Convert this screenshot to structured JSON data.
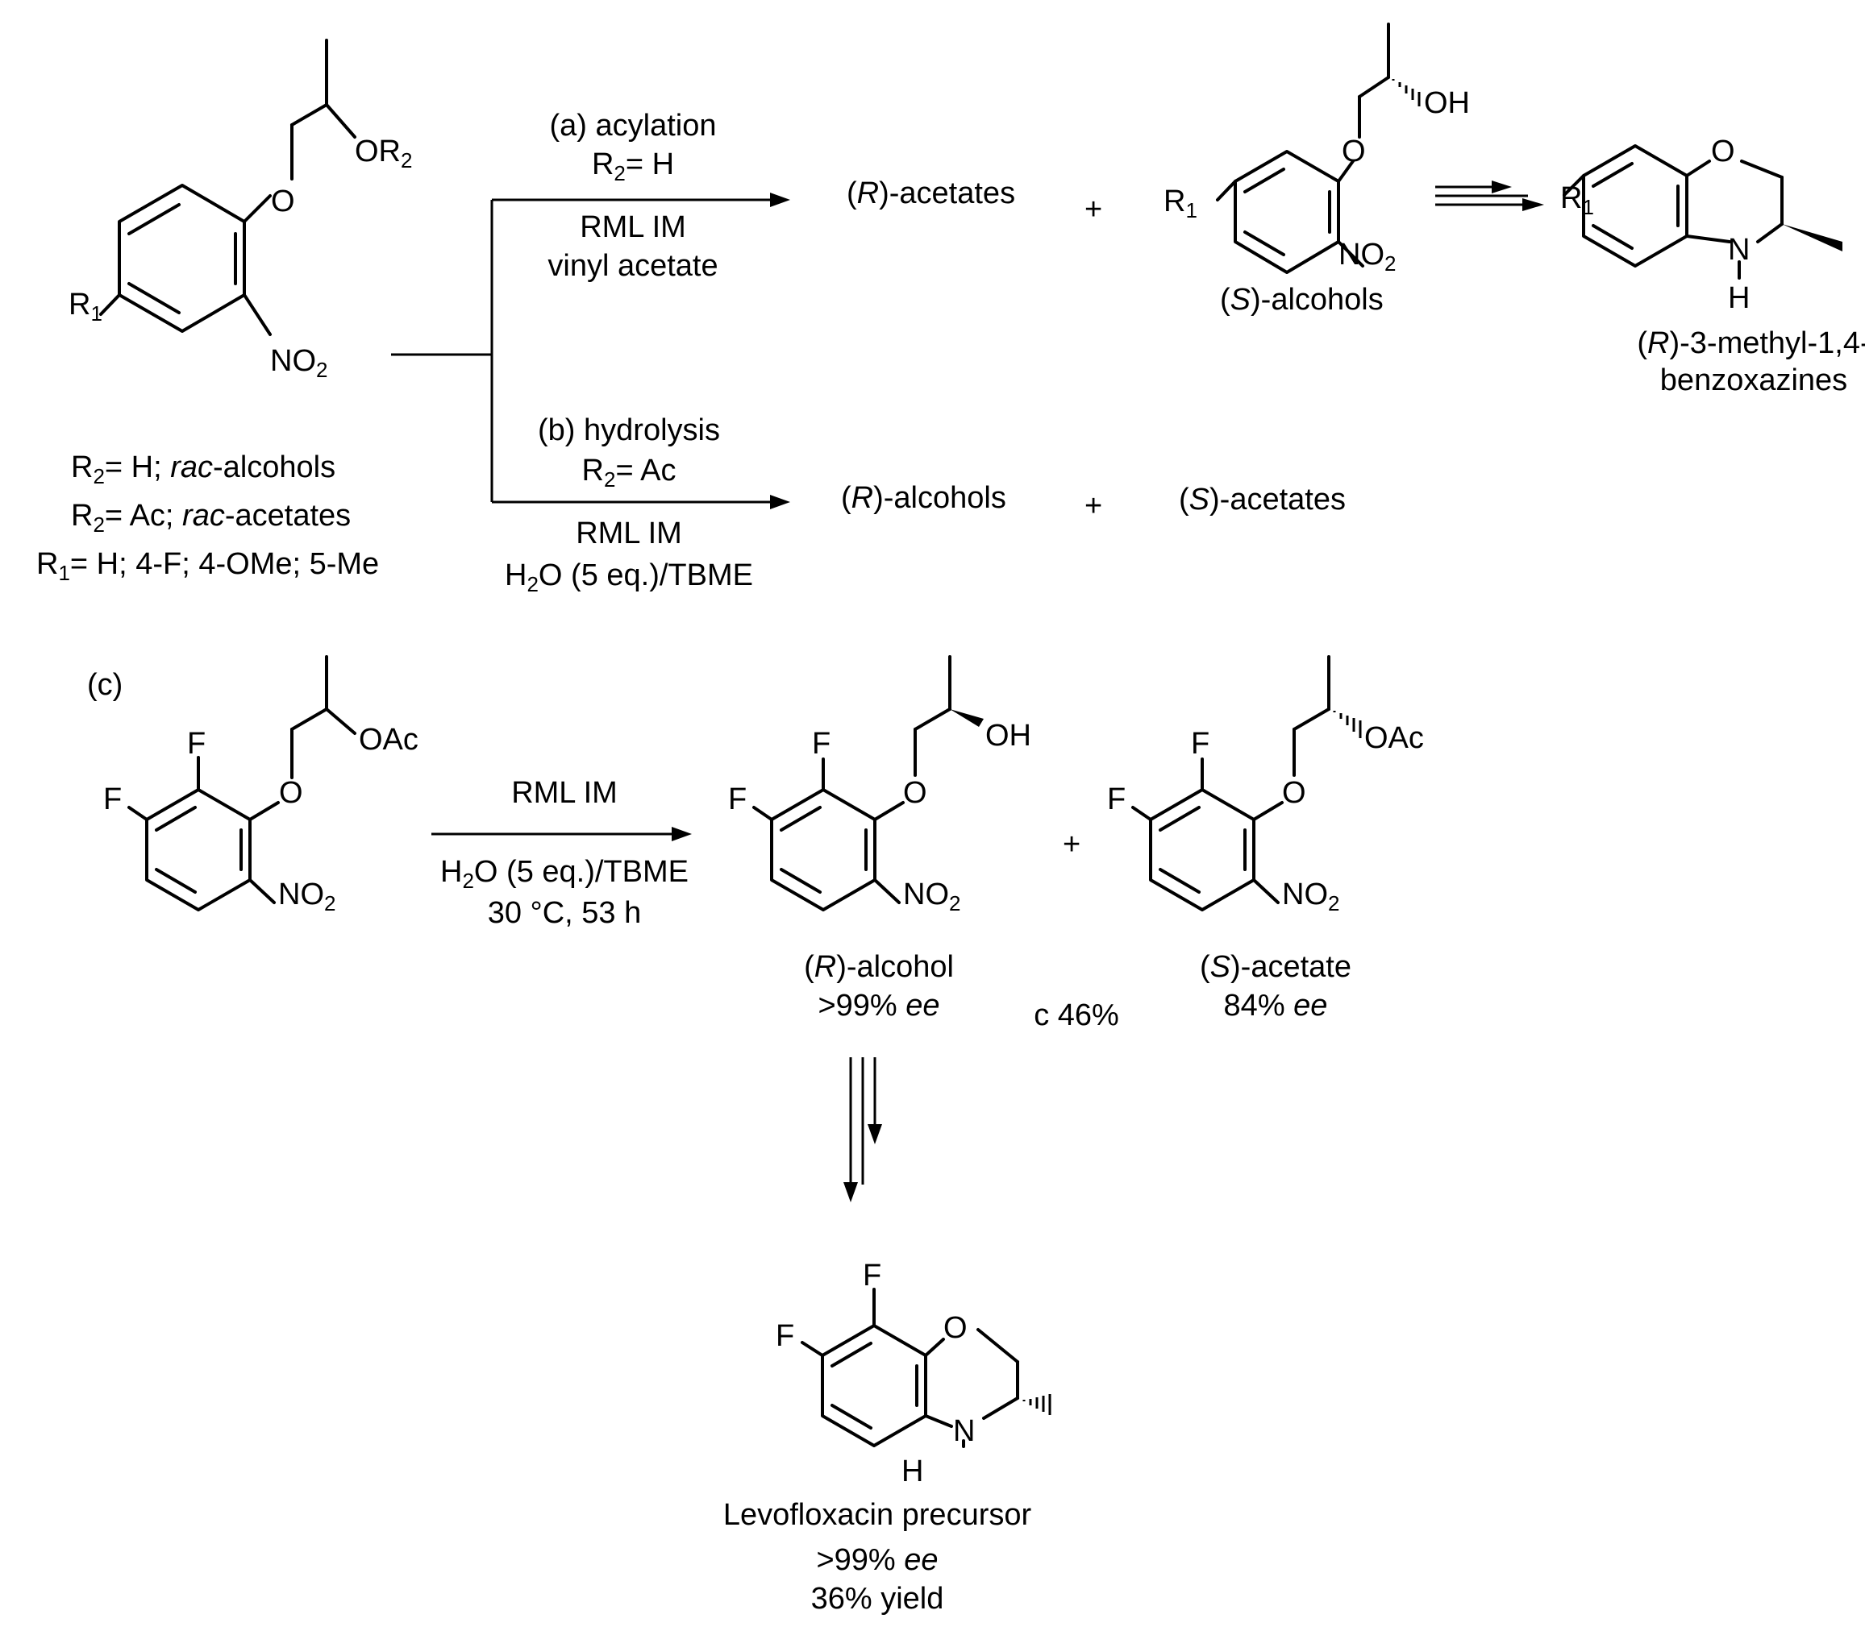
{
  "common": {
    "R1": "R",
    "R2": "R",
    "sub1": "1",
    "sub2": "2",
    "O": "O",
    "OR": "OR",
    "OH": "OH",
    "OAc": "OAc",
    "NO": "NO",
    "N": "N",
    "H": "H",
    "F": "F",
    "plus": "+"
  },
  "start_compound": {
    "line1_eq": "= H; ",
    "line1_it": "rac",
    "line1_end": "-alcohols",
    "line2_eq": "= Ac; ",
    "line2_it": "rac",
    "line2_end": "-acetates",
    "line3_eq": "= H; 4-F; 4-OMe; 5-Me"
  },
  "route_a": {
    "title": "(a) acylation",
    "cond_eq": "= H",
    "reagent1": "RML IM",
    "reagent2": "vinyl acetate",
    "product1_p1": "(",
    "product1_it": "R",
    "product1_p2": ")-acetates",
    "product2_p1": "(",
    "product2_it": "S",
    "product2_p2": ")-alcohols"
  },
  "benzoxazine": {
    "line1_p1": "(",
    "line1_it": "R",
    "line1_p2": ")-3-methyl-1,4-",
    "line2": "benzoxazines"
  },
  "route_b": {
    "title": "(b) hydrolysis",
    "cond_eq": "= Ac",
    "reagent1": "RML IM",
    "reagent2_pre": "H",
    "reagent2_post": "O (5 eq.)/TBME",
    "product1_p1": "(",
    "product1_it": "R",
    "product1_p2": ")-alcohols",
    "product2_p1": "(",
    "product2_it": "S",
    "product2_p2": ")-acetates"
  },
  "route_c": {
    "label": "(c)",
    "reagent1": "RML IM",
    "reagent2_pre": "H",
    "reagent2_post": "O (5 eq.)/TBME",
    "reagent3": "30 °C, 53 h",
    "alcohol_p1": "(",
    "alcohol_it": "R",
    "alcohol_p2": ")-alcohol",
    "alcohol_ee_val": ">99% ",
    "alcohol_ee_it": "ee",
    "conversion": "c 46%",
    "acetate_p1": "(",
    "acetate_it": "S",
    "acetate_p2": ")-acetate",
    "acetate_ee_val": "84% ",
    "acetate_ee_it": "ee"
  },
  "levofloxacin": {
    "name": "Levofloxacin precursor",
    "ee_val": ">99% ",
    "ee_it": "ee",
    "yield": "36% yield"
  }
}
